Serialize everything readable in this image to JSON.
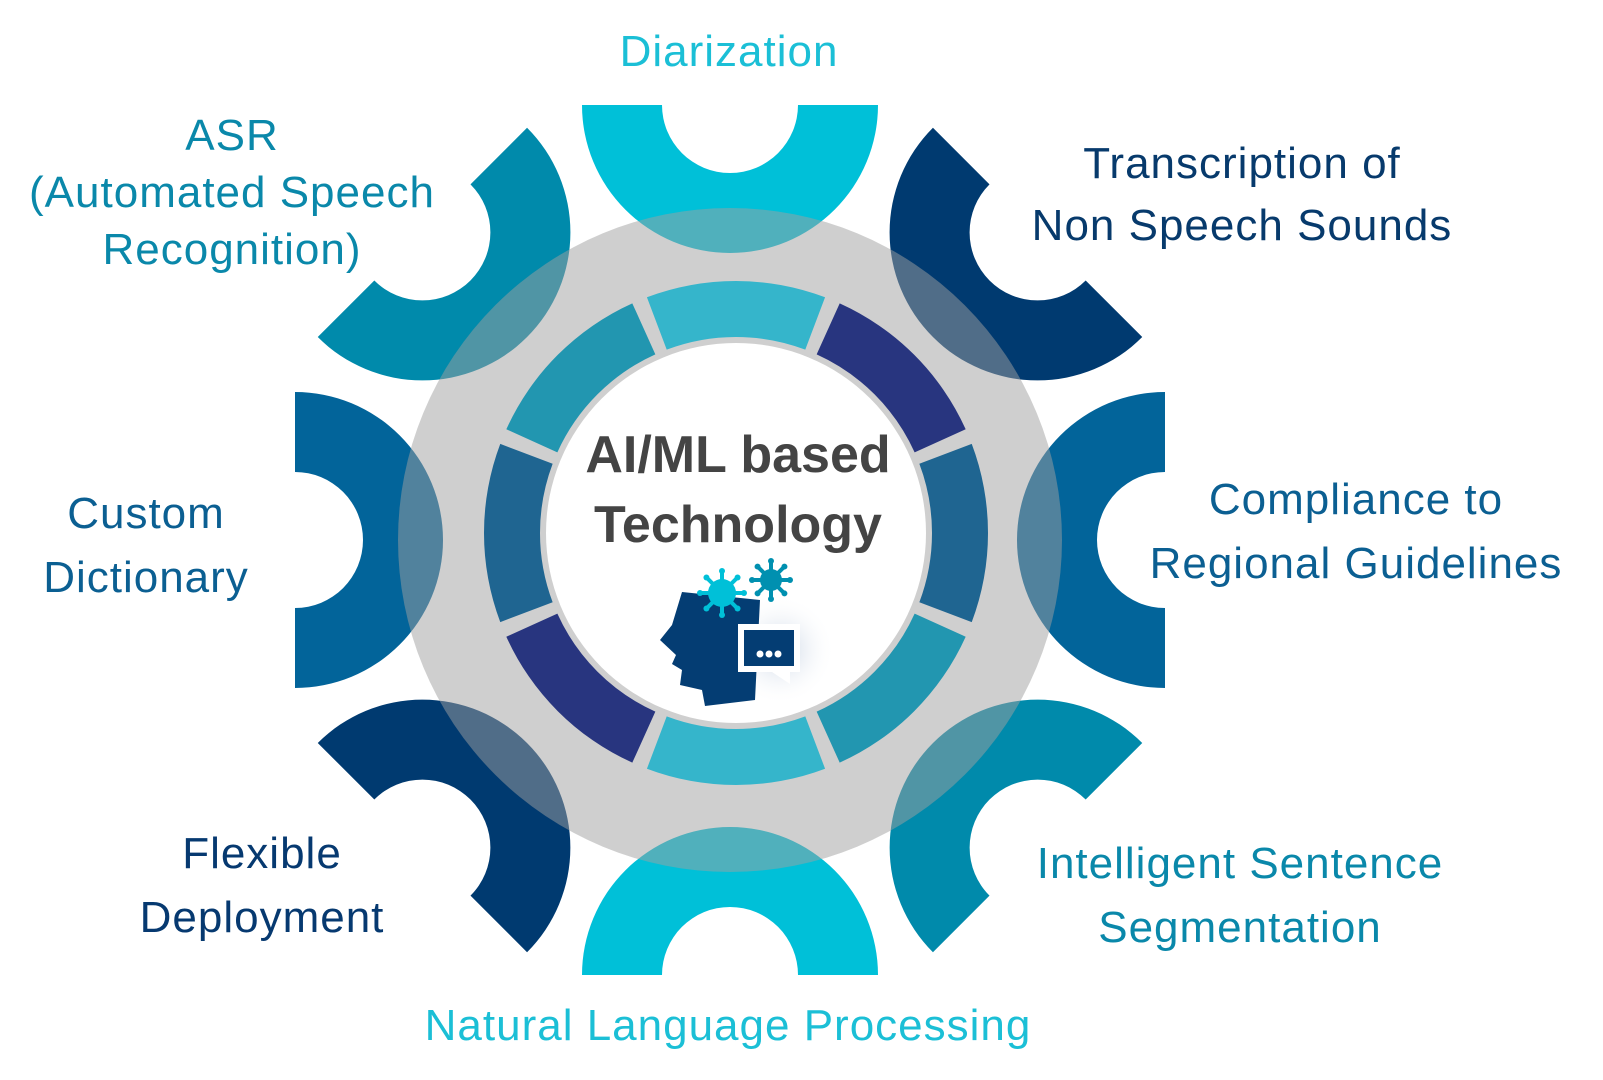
{
  "center": {
    "title_line1": "AI/ML based",
    "title_line2": "Technology",
    "icon": "ai-head-icon"
  },
  "features": [
    {
      "id": "diarization",
      "lines": [
        "Diarization"
      ],
      "color": "#00c0d8",
      "text_color": "#1bbfd6"
    },
    {
      "id": "transcription",
      "lines": [
        "Transcription of",
        "Non Speech Sounds"
      ],
      "color": "#003a70",
      "text_color": "#073a6c"
    },
    {
      "id": "compliance",
      "lines": [
        "Compliance to",
        "Regional Guidelines"
      ],
      "color": "#02649a",
      "text_color": "#0b5f92"
    },
    {
      "id": "segmentation",
      "lines": [
        "Intelligent Sentence",
        "Segmentation"
      ],
      "color": "#008aab",
      "text_color": "#0a88aa"
    },
    {
      "id": "nlp",
      "lines": [
        "Natural Language Processing"
      ],
      "color": "#00c0d8",
      "text_color": "#1bbfd6"
    },
    {
      "id": "deployment",
      "lines": [
        "Flexible",
        "Deployment"
      ],
      "color": "#003a70",
      "text_color": "#063970"
    },
    {
      "id": "dictionary",
      "lines": [
        "Custom",
        "Dictionary"
      ],
      "color": "#02649a",
      "text_color": "#0b5f92"
    },
    {
      "id": "asr",
      "lines": [
        "ASR",
        "(Automated Speech",
        "Recognition)"
      ],
      "color": "#008aab",
      "text_color": "#0a88aa"
    }
  ],
  "ring_colors": [
    "#35b5cb",
    "#28357f",
    "#1f6591",
    "#2296b0",
    "#35b5cb",
    "#28357f",
    "#1f6591",
    "#2296b0"
  ]
}
